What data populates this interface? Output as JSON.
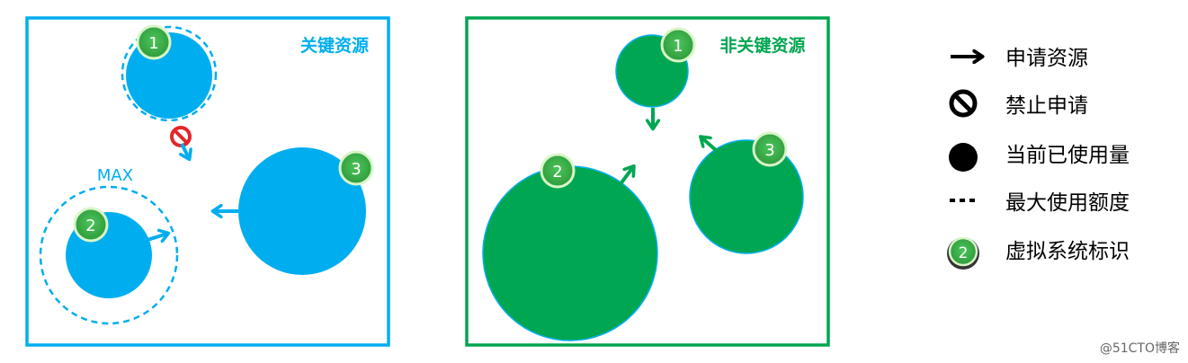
{
  "panels": {
    "critical": {
      "title": "关键资源",
      "max_label": "MAX",
      "color": "#00aeef"
    },
    "noncritical": {
      "title": "非关键资源",
      "color": "#00a651"
    }
  },
  "vm_ids": {
    "one": "1",
    "two": "2",
    "three": "3"
  },
  "legend": {
    "items": [
      {
        "icon": "arrow-right-icon",
        "label": "申请资源"
      },
      {
        "icon": "prohibited-icon",
        "label": "禁止申请"
      },
      {
        "icon": "filled-circle-icon",
        "label": "当前已使用量"
      },
      {
        "icon": "dashed-line-icon",
        "label": "最大使用额度"
      },
      {
        "icon": "numbered-badge-icon",
        "badge": "2",
        "label": "虚拟系统标识"
      }
    ]
  },
  "watermark": "@51CTO博客",
  "colors": {
    "blue": "#00aeef",
    "green": "#00a651",
    "badge_green": "#39b54a",
    "stop_red": "#e3262b"
  }
}
